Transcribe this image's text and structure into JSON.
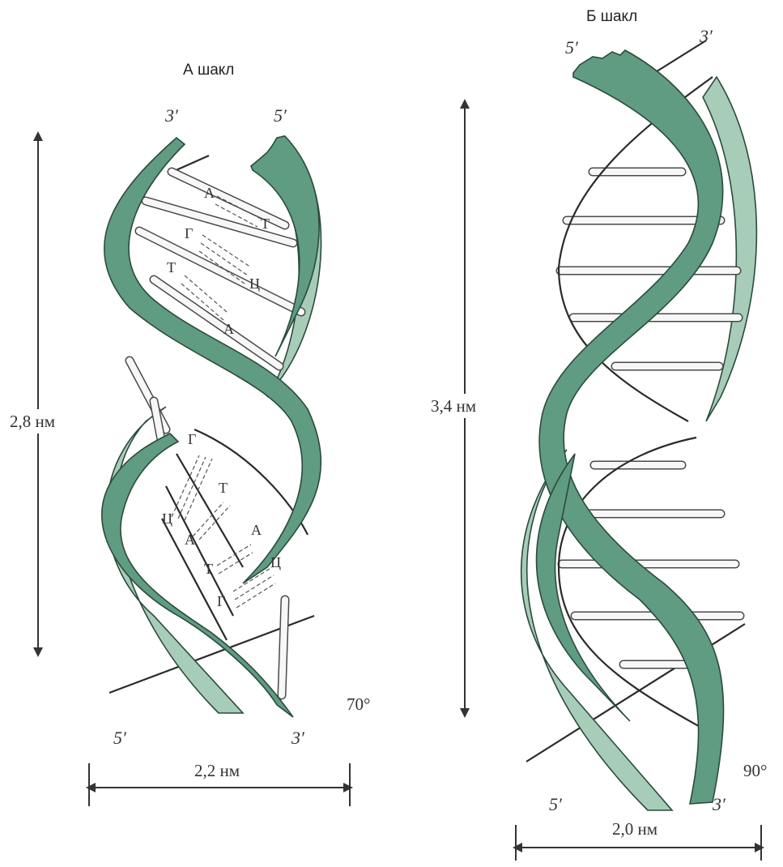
{
  "colors": {
    "ribbon_front": "#5f9c82",
    "ribbon_back": "#a7cdb8",
    "outline": "#2c4a3c",
    "rung_fill": "#f7f7f7"
  },
  "form_a": {
    "title": "А шакл",
    "end_top_left": "3′",
    "end_top_right": "5′",
    "end_bottom_left": "5′",
    "end_bottom_right": "3′",
    "height": "2,8 нм",
    "width": "2,2 нм",
    "angle": "70°",
    "pairs": [
      {
        "left": "А",
        "right": "Т"
      },
      {
        "left": "Г",
        "right": "Ц"
      },
      {
        "left": "Т",
        "right": "А"
      },
      {
        "left": "Ц",
        "right": "Г"
      },
      {
        "left": "А",
        "right": "Т"
      },
      {
        "left": "Т",
        "right": "А"
      },
      {
        "left": "Г",
        "right": "Ц"
      }
    ]
  },
  "form_b": {
    "title": "Б шакл",
    "end_top_left": "5′",
    "end_top_right": "3′",
    "end_bottom_left": "5′",
    "end_bottom_right": "3′",
    "height": "3,4 нм",
    "width": "2,0 нм",
    "angle": "90°"
  }
}
